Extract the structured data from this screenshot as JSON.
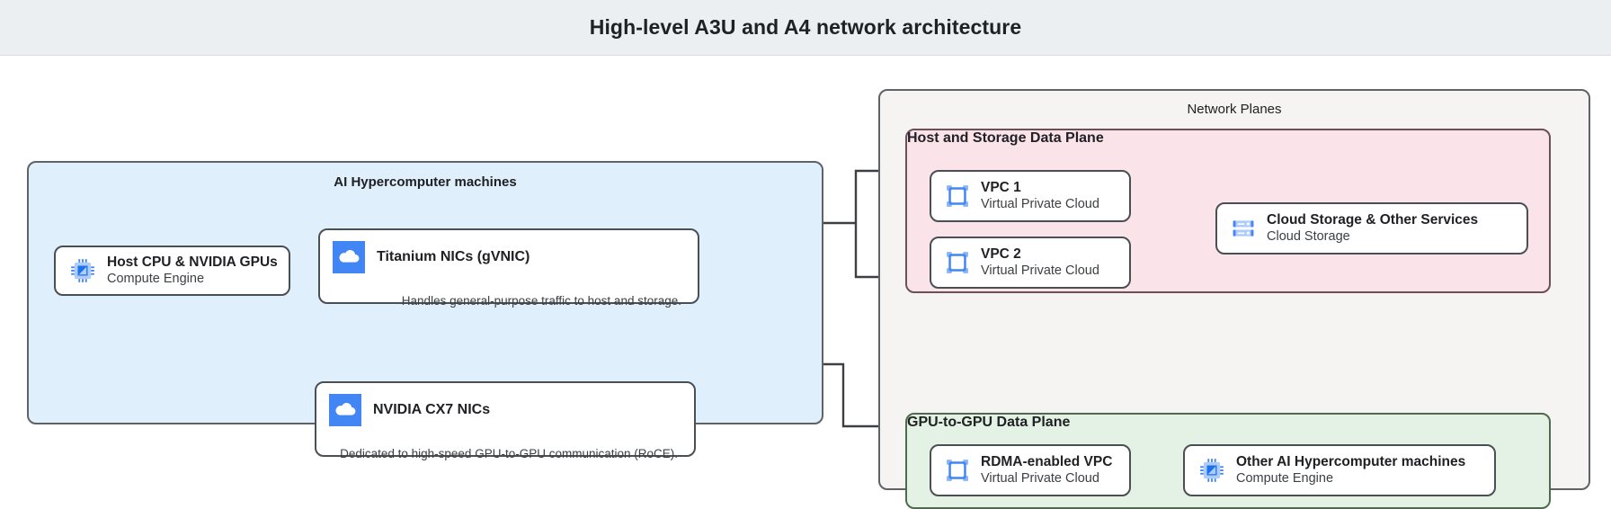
{
  "header": {
    "title": "High-level A3U and A4 network architecture"
  },
  "groups": {
    "machines": {
      "label": "AI Hypercomputer machines"
    },
    "network_planes": {
      "label": "Network Planes"
    },
    "host_storage_plane": {
      "label": "Host and Storage Data Plane"
    },
    "gpu_plane": {
      "label": "GPU-to-GPU Data Plane"
    }
  },
  "nodes": {
    "host_cpu": {
      "title": "Host CPU & NVIDIA GPUs",
      "subtitle": "Compute Engine",
      "icon": "cpu-chip-icon"
    },
    "titanium_nics": {
      "title": "Titanium NICs (gVNIC)",
      "caption": "Handles general-purpose traffic to host and storage.",
      "icon": "cloud-square-icon"
    },
    "cx7_nics": {
      "title": "NVIDIA CX7 NICs",
      "caption": "Dedicated to high-speed GPU-to-GPU communication (RoCE).",
      "icon": "cloud-square-icon"
    },
    "vpc1": {
      "title": "VPC 1",
      "subtitle": "Virtual Private Cloud",
      "icon": "vpc-icon"
    },
    "vpc2": {
      "title": "VPC 2",
      "subtitle": "Virtual Private Cloud",
      "icon": "vpc-icon"
    },
    "cloud_storage": {
      "title": "Cloud Storage & Other Services",
      "subtitle": "Cloud Storage",
      "icon": "storage-icon"
    },
    "rdma_vpc": {
      "title": "RDMA-enabled VPC",
      "subtitle": "Virtual Private Cloud",
      "icon": "vpc-icon"
    },
    "other_machines": {
      "title": "Other AI Hypercomputer machines",
      "subtitle": "Compute Engine",
      "icon": "cpu-chip-icon"
    }
  },
  "colors": {
    "titlebar_bg": "#eceff1",
    "machines_bg": "#dfeffc",
    "planes_bg": "#f5f4f3",
    "host_plane_bg": "#fbe3ea",
    "gpu_plane_bg": "#e3f2e4",
    "icon_blue": "#4285f4",
    "icon_blue_light": "#8ab4f8",
    "stroke": "#4a4f54"
  },
  "edges": [
    {
      "from": "host_cpu",
      "to": "titanium_nics"
    },
    {
      "from": "host_cpu",
      "to": "cx7_nics"
    },
    {
      "from": "titanium_nics",
      "to": "vpc1"
    },
    {
      "from": "titanium_nics",
      "to": "vpc2"
    },
    {
      "from": "vpc1",
      "to": "cloud_storage"
    },
    {
      "from": "vpc2",
      "to": "cloud_storage"
    },
    {
      "from": "cx7_nics",
      "to": "rdma_vpc"
    },
    {
      "from": "rdma_vpc",
      "to": "other_machines"
    }
  ]
}
